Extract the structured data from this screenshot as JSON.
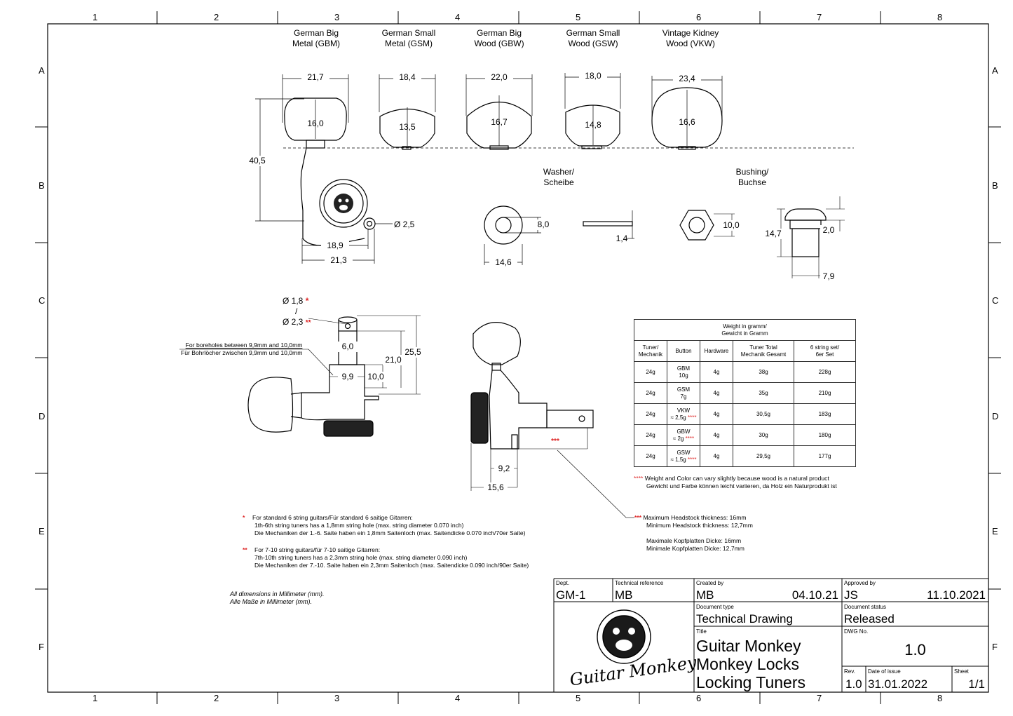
{
  "frame": {
    "columns": [
      "1",
      "2",
      "3",
      "4",
      "5",
      "6",
      "7",
      "8"
    ],
    "rows": [
      "A",
      "B",
      "C",
      "D",
      "E",
      "F"
    ]
  },
  "buttons": [
    {
      "name": "German Big\nMetal (GBM)",
      "width": "21,7",
      "height": "16,0"
    },
    {
      "name": "German Small\nMetal (GSM)",
      "width": "18,4",
      "height": "13,5"
    },
    {
      "name": "German Big\nWood (GBW)",
      "width": "22,0",
      "height": "16,7"
    },
    {
      "name": "German Small\nWood (GSW)",
      "width": "18,0",
      "height": "14,8"
    },
    {
      "name": "Vintage Kidney\nWood (VKW)",
      "width": "23,4",
      "height": "16,6"
    }
  ],
  "tuner_front": {
    "total_height": "40,5",
    "pin_diameter": "Ø 2,5",
    "pin_offset": "18,9",
    "total_width": "21,3"
  },
  "washer": {
    "title": "Washer/\nScheibe",
    "diameter": "14,6",
    "hole": "8,0",
    "thickness": "1,4"
  },
  "bushing": {
    "title": "Bushing/\nBuchse",
    "hex": "10,0",
    "length": "14,7",
    "collar": "2,0",
    "diameter": "7,9"
  },
  "post_side": {
    "hole_a": "Ø 1,8",
    "hole_a_mark": "*",
    "slash": "/",
    "hole_b": "Ø 2,3",
    "hole_b_mark": "**",
    "borehole_note_en": "For boreholes between 9,9mm and 10,0mm",
    "borehole_note_de": "Für Bohrlöcher zwischen 9,9mm und 10,0mm",
    "post_d": "6,0",
    "bush_d": "9,9",
    "bush_h": "10,0",
    "post_h": "21,0",
    "total_h": "25,5"
  },
  "tuner_side": {
    "d1": "9,2",
    "d2": "15,6",
    "mark": "***"
  },
  "weight_table": {
    "title": "Weight in gramm/\nGewicht in Gramm",
    "headers": [
      "Tuner/\nMechanik",
      "Button",
      "Hardware",
      "Tuner Total\nMechanik Gesamt",
      "6 string set/\n6er Set"
    ],
    "rows": [
      {
        "tuner": "24g",
        "button": "GBM\n10g",
        "mark": "",
        "hardware": "4g",
        "total": "38g",
        "set": "228g"
      },
      {
        "tuner": "24g",
        "button": "GSM\n7g",
        "mark": "",
        "hardware": "4g",
        "total": "35g",
        "set": "210g"
      },
      {
        "tuner": "24g",
        "button": "VKW\n≈ 2,5g",
        "mark": "****",
        "hardware": "4g",
        "total": "30,5g",
        "set": "183g"
      },
      {
        "tuner": "24g",
        "button": "GBW\n≈ 2g",
        "mark": "****",
        "hardware": "4g",
        "total": "30g",
        "set": "180g"
      },
      {
        "tuner": "24g",
        "button": "GSW\n≈ 1,5g",
        "mark": "****",
        "hardware": "4g",
        "total": "29,5g",
        "set": "177g"
      }
    ],
    "footnote_mark": "****",
    "footnote_en": "Weight and Color can vary slightly because wood is a natural product",
    "footnote_de": "Gewicht und Farbe können leicht variieren, da Holz ein Naturprodukt ist"
  },
  "headstock_note": {
    "mark": "***",
    "line1": "Maximum Headstock thickness: 16mm",
    "line2": "Minimum Headstock thickness: 12,7mm",
    "line3": "Maximale Kopfplatten Dicke: 16mm",
    "line4": "Minimale Kopfplatten Dicke: 12,7mm"
  },
  "notes": [
    {
      "mark": "*",
      "line1": "For standard 6 string guitars/Für standard 6 saitige Gitarren:",
      "line2": "1th-6th string tuners has a 1,8mm string hole (max. string diameter 0.070 inch)",
      "line3": "Die Mechaniken der 1.-6. Saite haben ein 1,8mm Saitenloch (max. Saitendicke 0.070 inch/70er Saite)"
    },
    {
      "mark": "**",
      "line1": "For 7-10 string guitars/für 7-10 saitige Gitarren:",
      "line2": "7th-10th string tuners has a 2,3mm string hole (max. string diameter 0.090 inch)",
      "line3": "Die Mechaniken der 7.-10. Saite haben ein 2,3mm Saitenloch (max. Saitendicke 0.090 inch/90er Saite)"
    }
  ],
  "dims_note": {
    "en": "All dimensions in Millimeter (mm).",
    "de": "Alle Maße in Millimeter (mm)."
  },
  "title_block": {
    "dept_label": "Dept.",
    "dept": "GM-1",
    "techref_label": "Technical reference",
    "techref": "MB",
    "created_label": "Created by",
    "created_by": "MB",
    "created_date": "04.10.21",
    "approved_label": "Approved by",
    "approved_by": "JS",
    "approved_date": "11.10.2021",
    "doctype_label": "Document type",
    "doctype": "Technical Drawing",
    "status_label": "Document status",
    "status": "Released",
    "title_label": "Title",
    "title1": "Guitar Monkey",
    "title2": "Monkey Locks",
    "title3": "Locking Tuners",
    "dwg_label": "DWG No.",
    "dwg": "1.0",
    "rev_label": "Rev.",
    "rev": "1.0",
    "issue_label": "Date of issue",
    "issue": "31.01.2022",
    "sheet_label": "Sheet",
    "sheet": "1/1",
    "logo_text": "Guitar Monkey"
  }
}
